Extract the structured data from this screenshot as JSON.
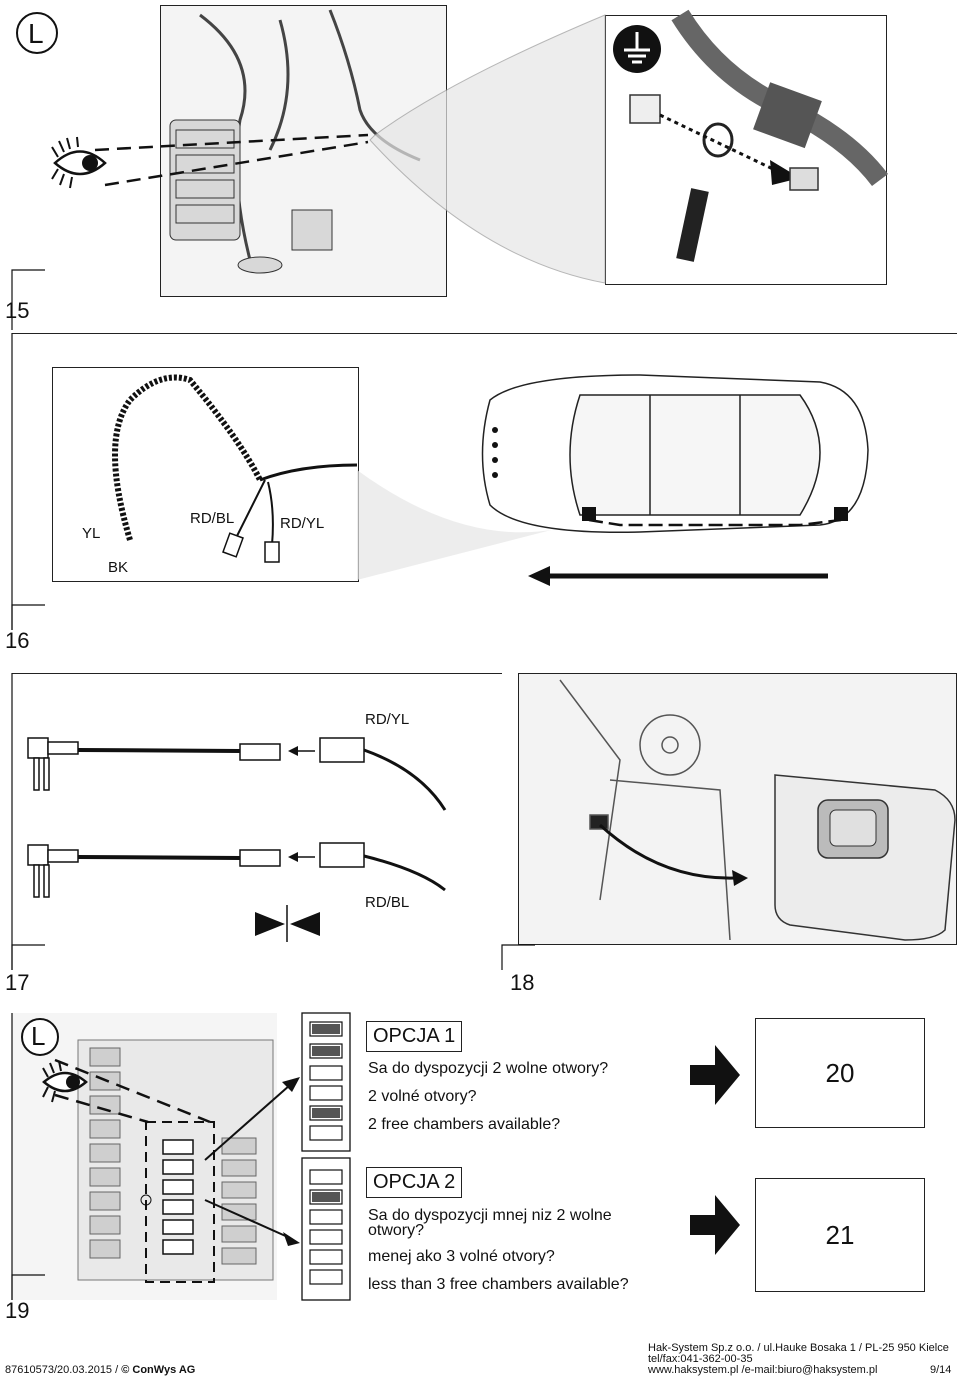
{
  "steps": {
    "s15": "15",
    "s16": "16",
    "s17": "17",
    "s18": "18",
    "s19": "19"
  },
  "side_marker": "L",
  "wires": {
    "yl": "YL",
    "bk": "BK",
    "rd_bl": "RD/BL",
    "rd_yl": "RD/YL"
  },
  "options": {
    "opt1": {
      "title": "OPCJA 1",
      "lines": [
        "Sa do dyspozycji 2 wolne otwory?",
        "2 volné otvory?",
        "2 free chambers available?"
      ],
      "goto": "20"
    },
    "opt2": {
      "title": "OPCJA 2",
      "lines": [
        "Sa do dyspozycji mnej niz 2 wolne",
        "otwory?",
        "menej ako 3 volné otvory?",
        "less than 3 free chambers available?"
      ],
      "goto": "21"
    }
  },
  "footer": {
    "doc_ref": "87610573/20.03.2015 /",
    "copyright": "© ConWys AG",
    "company_line1": "Hak-System Sp.z o.o. / ul.Hauke Bosaka 1 / PL-25 950 Kielce",
    "company_line2": "tel/fax:041-362-00-35",
    "company_line3": "www.haksystem.pl /e-mail:biuro@haksystem.pl",
    "page": "9/14"
  },
  "icons": {
    "ground": "ground-symbol-icon",
    "eye": "eye-icon",
    "arrow": "right-arrow-icon"
  }
}
